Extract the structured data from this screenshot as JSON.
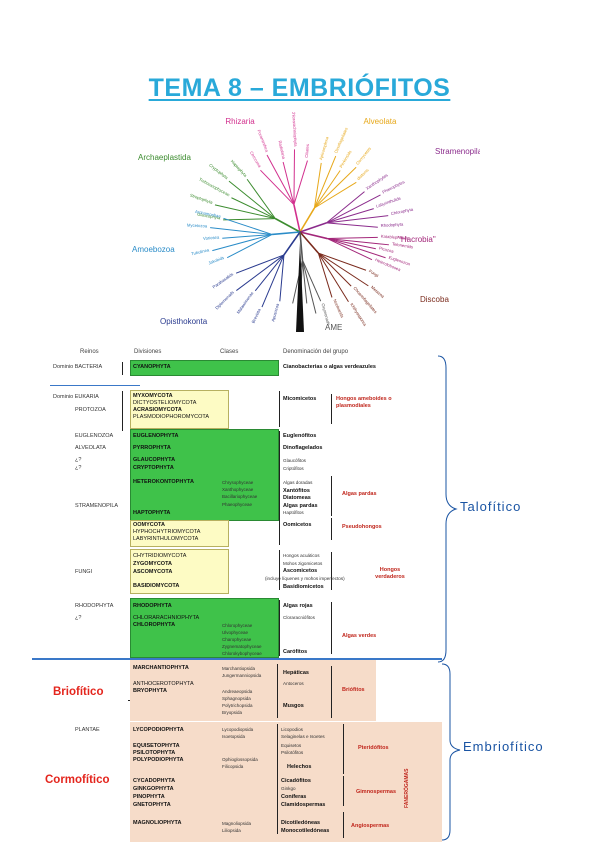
{
  "title": "TEMA 8 – EMBRIÓFITOS",
  "tree": {
    "groups": [
      {
        "label": "Rhizaria",
        "color": "#d2308e"
      },
      {
        "label": "Alveolata",
        "color": "#e7a81a"
      },
      {
        "label": "Stramenopila",
        "color": "#8b2c8c"
      },
      {
        "label": "Archaeplastida",
        "color": "#3c8c2f"
      },
      {
        "label": "\"Hacrobia\"",
        "color": "#a3277a"
      },
      {
        "label": "Amoebozoa",
        "color": "#2a8cc8"
      },
      {
        "label": "Discoba",
        "color": "#7a2a1c"
      },
      {
        "label": "Opisthokonta",
        "color": "#2a3b8f"
      },
      {
        "label": "AME",
        "color": "#555555"
      }
    ],
    "leaves": [
      "Cercozoa",
      "Foraminifera",
      "Radiolaria",
      "Chlorarachniophyta",
      "Ciliates",
      "Apicomplexa",
      "Dinoflagellates",
      "Perkinsids",
      "Oomycetes",
      "diatoms",
      "Xanthophytes",
      "Phaeophytes",
      "Labyrinthulids",
      "Chlorophyta",
      "Rhodophyta",
      "Glaucophyta",
      "Streptophyta",
      "Trebouxiophyceae",
      "Cryptophyta",
      "Haptophyta",
      "Katablepharids",
      "Telonemids",
      "Picozoa",
      "Euglenozoa",
      "Heterolobosea",
      "Jakobids",
      "Tubulinea",
      "Variosea",
      "Mycetozoa",
      "Archamoebae",
      "Fungi",
      "Metazoa",
      "Choanoflagellates",
      "Ichthyosporea",
      "Nuclearids",
      "Apusozoa",
      "Breviata",
      "Malawimonas",
      "Diplomonads",
      "Parabasalids",
      "Oxymonads"
    ]
  },
  "table": {
    "headers": {
      "reinos": "Reinos",
      "divisiones": "Divisiones",
      "clases": "Clases",
      "denominacion": "Denominación del grupo"
    },
    "reinos": {
      "bacteria": "Dominio BACTERIA",
      "eukaria": "Dominio EUKARIA",
      "protozoa": "PROTOZOA",
      "euglenozoa": "EUGLENOZOA",
      "alveolata": "ALVEOLATA",
      "q1": "¿?",
      "q2": "¿?",
      "stramenopila": "STRAMENOPILA",
      "fungi": "FUNGI",
      "rhodophyta": "RHODOPHYTA",
      "q3": "¿?",
      "plantae": "PLANTAE"
    },
    "divisiones": {
      "cyanophyta": "CYANOPHYTA",
      "myxomycota": "MYXOMYCOTA",
      "dictyostelio": "DICTYOSTELIOMYCOTA",
      "acrasio": "ACRASIOMYCOTA",
      "plasmodio": "PLASMODIOPHOROMYCOTA",
      "euglenophyta": "EUGLENOPHYTA",
      "pyrrophyta": "PYRROPHYTA",
      "glaucophyta": "GLAUCOPHYTA",
      "cryptophyta": "CRYPTOPHYTA",
      "heterokonto": "HETEROKONTOPHYTA",
      "haptophyta": "HAPTOPHYTA",
      "oomycota": "OOMYCOTA",
      "hyphochytrio": "HYPHOCHYTRIOMYCOTA",
      "labyrinthulo": "LABYRINTHULOMYCOTA",
      "chytridio": "CHYTRIDIOMYCOTA",
      "zygomycota": "ZYGOMYCOTA",
      "ascomycota": "ASCOMYCOTA",
      "basidiomycota": "BASIDIOMYCOTA",
      "rhodophyta": "RHODOPHYTA",
      "chlorarachnio": "CHLORARACHNIOPHYTA",
      "chlorophyta": "CHLOROPHYTA",
      "marchantio": "MARCHANTIOPHYTA",
      "anthocerotophyta": "ANTHOCEROTOPHYTA",
      "bryophyta": "BRYOPHYTA",
      "lycopodiophyta": "LYCOPODIOPHYTA",
      "equisetophyta": "EQUISETOPHYTA",
      "psilotophyta": "PSILOTOPHYTA",
      "polypodiophyta": "POLYPODIOPHYTA",
      "cycadophyta": "CYCADOPHYTA",
      "ginkgophyta": "GINKGOPHYTA",
      "pinophyta": "PINOPHYTA",
      "gnetophyta": "GNETOPHYTA",
      "magnoliophyta": "MAGNOLIOPHYTA"
    },
    "clases": {
      "chrysophyceae": "Chrysophyceae",
      "xanthophyceae": "Xanthophyceae",
      "bacillariophyceae": "Bacillariophyceae",
      "phaeophyceae": "Phaeophyceae",
      "chlorophyceae": "Chlorophyceae",
      "ulvophyceae": "Ulvophyceae",
      "charophyceae": "Charophyceae",
      "zygnematophyceae": "Zygnematophyceae",
      "chlorokybophyceae": "Chlorokybophyceae",
      "marchantiopsida": "Marchantiopsida",
      "jungermanniopsida": "Jungermanniopsida",
      "andreaeopsida": "Andreaeopsida",
      "sphagnopsida": "Sphagnopsida",
      "polytrichopsida": "Polytrichopsida",
      "bryopsida": "Bryopsida",
      "lycopodiopsida": "Lycopodiopsida",
      "isoetopsida": "Isoetopsida",
      "ophioglossopsida": "Ophioglossopsida",
      "filicopsida": "Filicopsida",
      "magnoliopsida": "Magnoliopsida",
      "liliopsida": "Liliopsida"
    },
    "denominacion": {
      "cianobacterias": "Cianobacterias o algas verdeazules",
      "micomicetos": "Micomicetos",
      "euglenofitos": "Euglenófitos",
      "dinoflagelados": "Dinoflagelados",
      "glaucofitos": "Glaucófitos",
      "criptofitos": "Criptófitos",
      "algas_doradas": "Algas doradas",
      "xantofitos": "Xantófitos",
      "diatomeas": "Diatomeas",
      "algas_pardas": "Algas pardas",
      "haptofitos": "Haptófitos",
      "oomicetos": "Oomicetos",
      "hongos_acuaticos": "Hongos acuáticos",
      "mohos": "Mohos zigomicetos",
      "ascomicetos": "Ascomicetos",
      "ascomicetos_note": "(incluye líquenes y mohos imperfectos)",
      "basidiomicetos": "Basidiomicetos",
      "algas_rojas": "Algas rojas",
      "cloraracniofitos": "Cloraracniófitos",
      "carofitos": "Carófitos",
      "hepaticas": "Hepáticas",
      "antoceros": "Antoceros",
      "musgos": "Musgos",
      "licopodios": "Licopodios",
      "selaginelas": "Selaginelas e Isoetes",
      "equisetos": "Equisetos",
      "psilotofitos": "Psilotófitos",
      "helechos": "Helechos",
      "cicadofitos": "Cicadófitos",
      "ginkgo": "Ginkgo",
      "coniferas": "Coníferas",
      "clamidospermas": "Clamidospermas",
      "dicotiledoneas": "Dicotiledóneas",
      "monocotiledoneas": "Monocotiledóneas"
    },
    "red_labels": {
      "hongos_ameboides": "Hongos ameboides o plasmodiales",
      "algas_pardas": "Algas pardas",
      "pseudohongos": "Pseudohongos",
      "hongos_verdaderos": "Hongos verdaderos",
      "algas_verdes": "Algas verdes",
      "briofitos": "Briófitos",
      "pteridofitos": "Pteridófitos",
      "gimnospermas": "Gimnospermas",
      "angiospermas": "Angiospermas",
      "fanerogamas": "FANERÓGAMAS"
    },
    "side_labels": {
      "briofitico": "Briofítico",
      "cormofitico": "Cormofítico",
      "talofitico": "Talofítico",
      "embriofitico": "Embriofítico"
    }
  }
}
